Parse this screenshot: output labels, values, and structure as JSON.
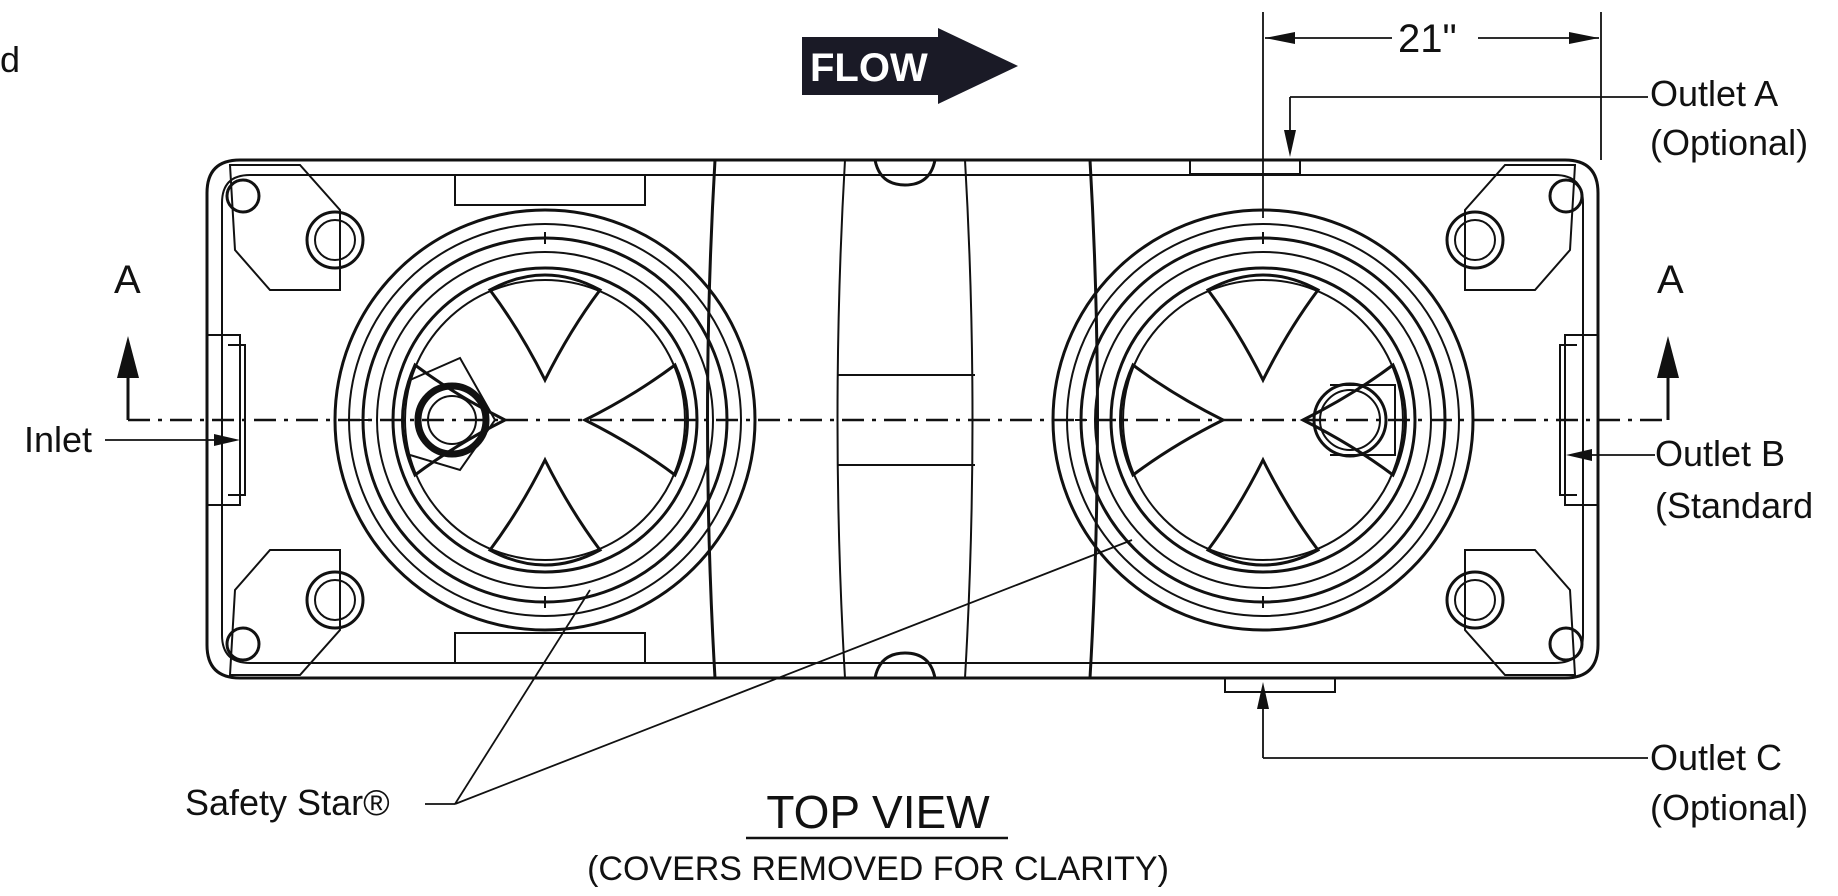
{
  "flow_label": "FLOW",
  "dimension_label": "21\"",
  "section_label_left": "A",
  "section_label_right": "A",
  "labels": {
    "inlet": "Inlet",
    "outlet_a_line1": "Outlet A",
    "outlet_a_line2": "(Optional)",
    "outlet_b_line1": "Outlet B",
    "outlet_b_line2": "(Standard",
    "outlet_c_line1": "Outlet C",
    "outlet_c_line2": "(Optional)",
    "safety_star": "Safety Star®",
    "edge_fragment": "d"
  },
  "view_title": "TOP VIEW",
  "view_subtitle": "(COVERS REMOVED FOR CLARITY)",
  "colors": {
    "ink": "#111111",
    "flow_box": "#1a1a26",
    "background": "#ffffff"
  }
}
